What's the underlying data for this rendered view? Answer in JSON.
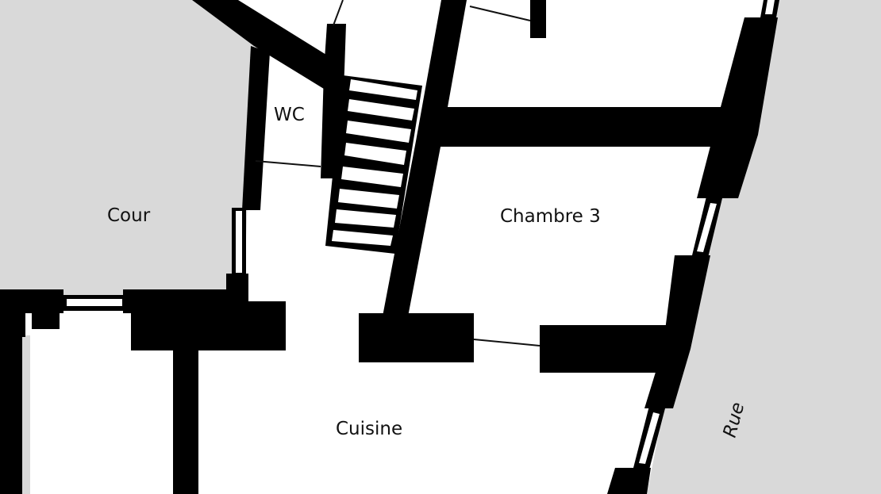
{
  "colors": {
    "background": "#ffffff",
    "outside_area": "#d9d9d9",
    "wall": "#000000",
    "window_frame": "#000000",
    "window_glass": "#ffffff",
    "text": "#111111"
  },
  "rooms": {
    "cour": "Cour",
    "wc": "WC",
    "chambre3": "Chambre 3",
    "cuisine": "Cuisine",
    "rue": "Rue"
  }
}
